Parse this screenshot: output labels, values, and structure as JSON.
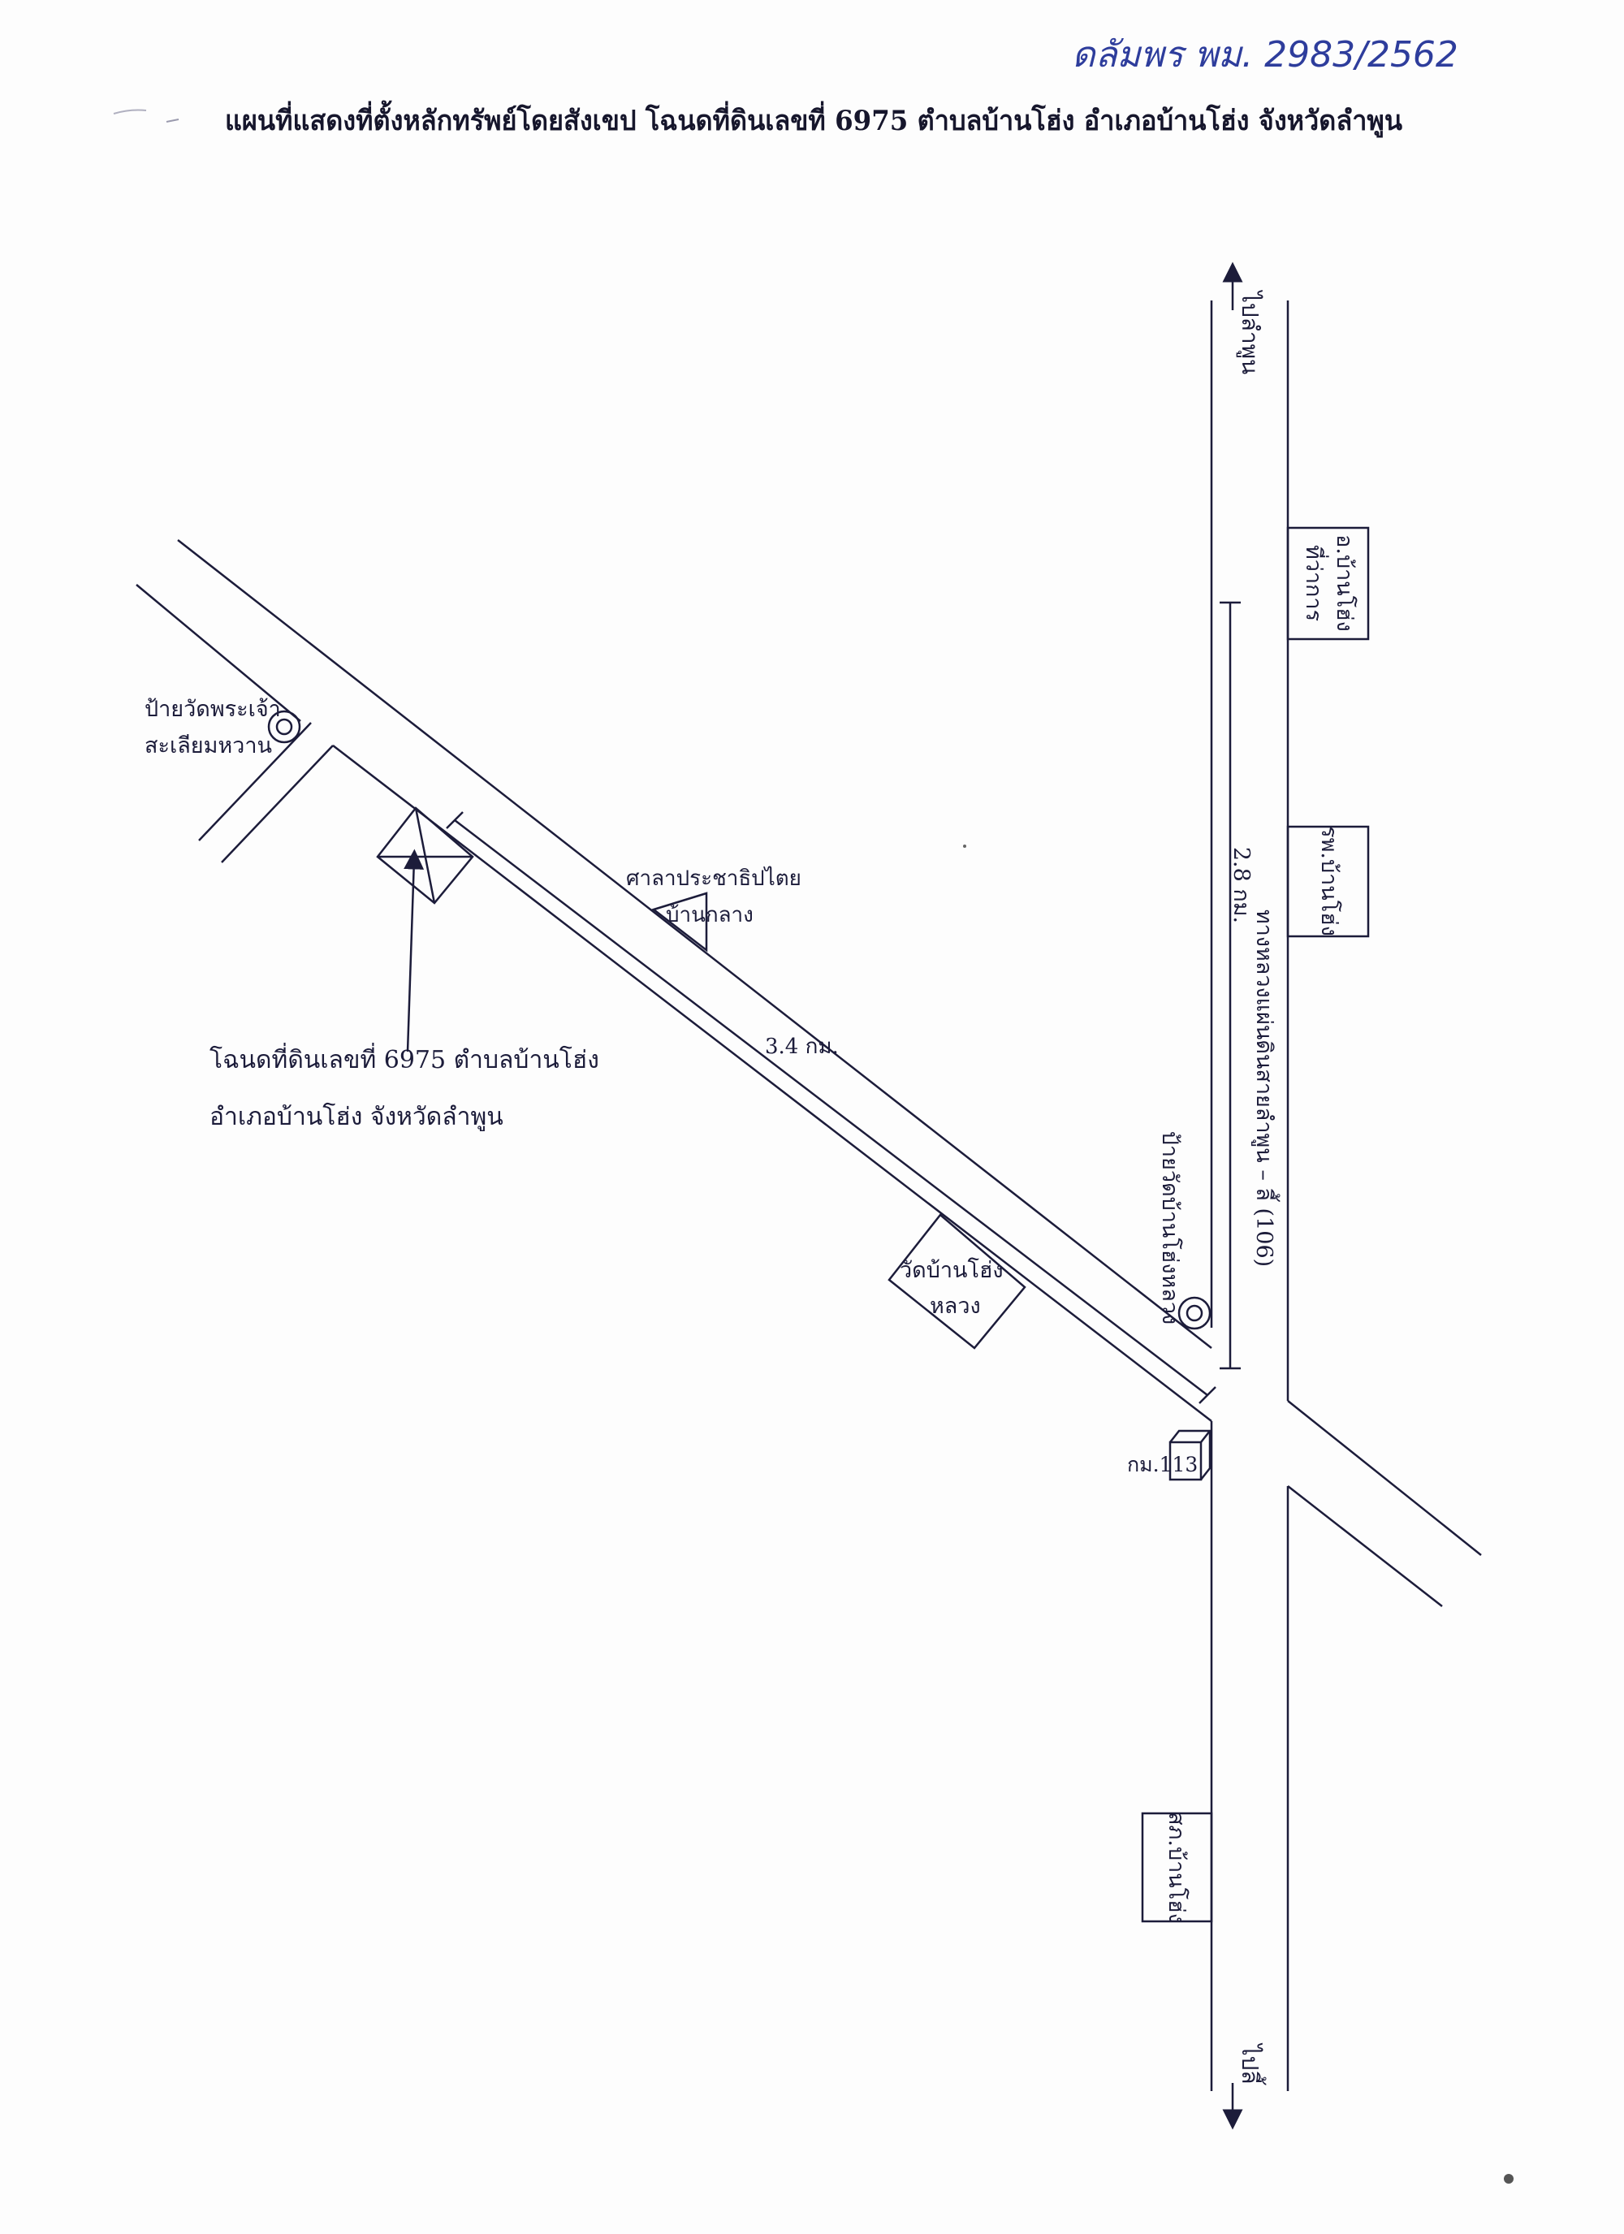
{
  "handwritten_case_no": "ดลัมพร พม. 2983/2562",
  "title": "แผนที่แสดงที่ตั้งหลักทรัพย์โดยสังเขป โฉนดที่ดินเลขที่ 6975 ตำบลบ้านโฮ่ง อำเภอบ้านโฮ่ง จังหวัดลำพูน",
  "road": {
    "to_north": "ไปลำพูน",
    "to_south": "ไปลี้",
    "highway_name": "ทางหลวงแผ่นดินสายลำพูน – ลี้ (106)",
    "distance_vertical": "2.8 กม.",
    "distance_diagonal": "3.4 กม.",
    "km_marker": "กม.113"
  },
  "landmarks": {
    "district_office_line1": "ที่ว่าการ",
    "district_office_line2": "อ.บ้านโฮ่ง",
    "hospital": "รพ.บ้านโฮ่ง",
    "police_station": "สภ.บ้านโฮ่ง",
    "temple_sign_line1": "ป้ายวัดพระเจ้า",
    "temple_sign_line2": "สะเลียมหวาน",
    "sala_line1": "ศาลาประชาธิปไตย",
    "sala_line2": "บ้านกลาง",
    "temple_line1": "วัดบ้านโฮ่ง",
    "temple_line2": "หลวง",
    "temple_sign_2": "ป้ายวัดบ้านโฮ่งหลวง"
  },
  "property": {
    "label_line1": "โฉนดที่ดินเลขที่ 6975 ตำบลบ้านโฮ่ง",
    "label_line2": "อำเภอบ้านโฮ่ง จังหวัดลำพูน"
  },
  "colors": {
    "ink": "#1c1c3a",
    "handwriting": "#2e3d9c"
  }
}
